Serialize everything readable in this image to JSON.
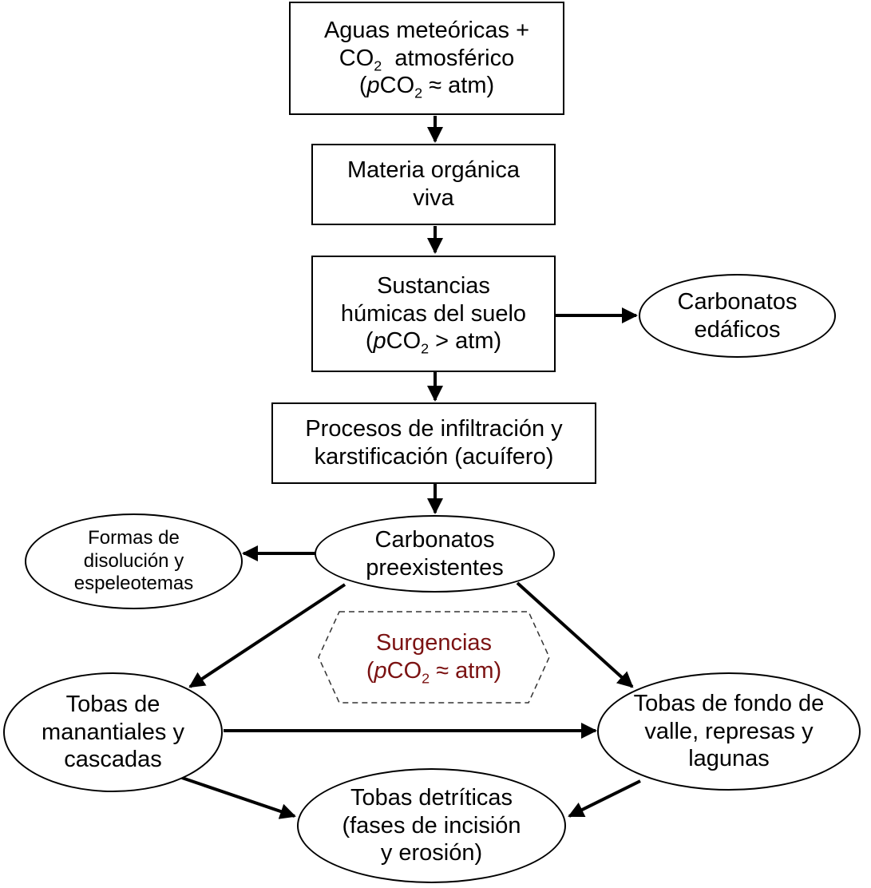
{
  "nodes": {
    "aguas": {
      "line1": "Aguas meteóricas +",
      "line2_a": "CO",
      "line2_sub": "2",
      "line2_b": "  atmosférico",
      "line3_a": "(",
      "line3_i": "p",
      "line3_b": "CO",
      "line3_sub": "2",
      "line3_c": " ≈ atm)"
    },
    "materia": {
      "line1": "Materia orgánica",
      "line2": "viva"
    },
    "sustancias": {
      "line1": "Sustancias",
      "line2": "húmicas del suelo",
      "line3_a": "(",
      "line3_i": "p",
      "line3_b": "CO",
      "line3_sub": "2",
      "line3_c": " > atm)"
    },
    "carb_edaficos": {
      "line1": "Carbonatos",
      "line2": "edáficos"
    },
    "procesos": {
      "line1": "Procesos de infiltración y",
      "line2": "karstificación (acuífero)"
    },
    "carb_preex": {
      "line1": "Carbonatos",
      "line2": "preexistentes"
    },
    "formas": {
      "line1": "Formas de",
      "line2": "disolución y",
      "line3": "espeleotemas"
    },
    "surgencias": {
      "line1": "Surgencias",
      "line2_a": "(",
      "line2_i": "p",
      "line2_b": "CO",
      "line2_sub": "2",
      "line2_c": " ≈ atm)"
    },
    "tobas_man": {
      "line1": "Tobas de",
      "line2": "manantiales y",
      "line3": "cascadas"
    },
    "tobas_fondo": {
      "line1": "Tobas de fondo de",
      "line2": "valle, represas y",
      "line3": "lagunas"
    },
    "tobas_detr": {
      "line1": "Tobas detríticas",
      "line2": "(fases de incisión",
      "line3": "y erosión)"
    }
  },
  "colors": {
    "stroke": "#000000",
    "surgencias_text": "#7b1212",
    "hex_border": "#333333"
  }
}
